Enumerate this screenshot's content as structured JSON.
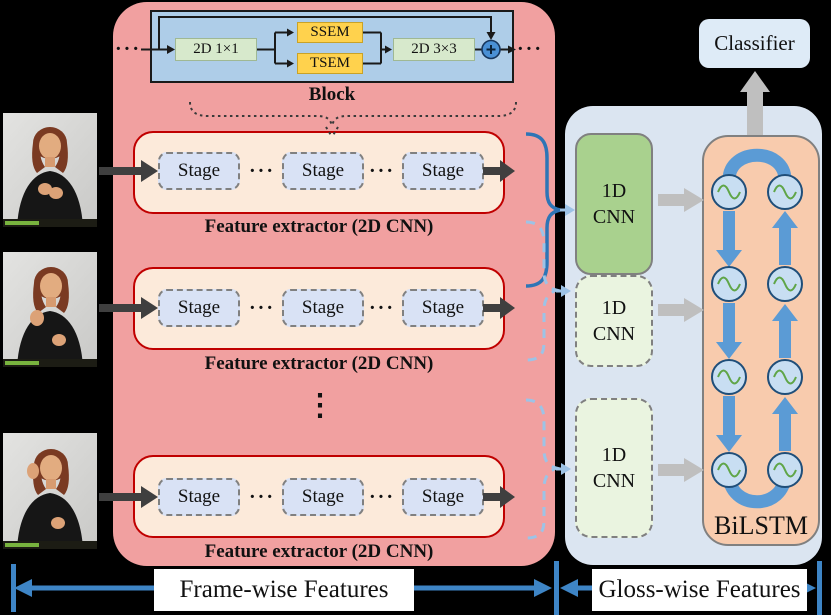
{
  "block": {
    "label": "Block",
    "conv_1x1": "2D 1×1",
    "ssem": "SSEM",
    "tsem": "TSEM",
    "conv_3x3": "2D 3×3",
    "dots_left": "···",
    "dots_right": "···"
  },
  "extractors": [
    {
      "label": "Feature extractor (2D CNN)",
      "stages": [
        "Stage",
        "Stage",
        "Stage"
      ],
      "dots": [
        "···",
        "···"
      ]
    },
    {
      "label": "Feature extractor (2D CNN)",
      "stages": [
        "Stage",
        "Stage",
        "Stage"
      ],
      "dots": [
        "···",
        "···"
      ]
    },
    {
      "label": "Feature extractor (2D CNN)",
      "stages": [
        "Stage",
        "Stage",
        "Stage"
      ],
      "dots": [
        "···",
        "···"
      ]
    }
  ],
  "ellipsis_vertical": "⋮",
  "temporal_convs": [
    {
      "line1": "1D",
      "line2": "CNN"
    },
    {
      "line1": "1D",
      "line2": "CNN"
    },
    {
      "line1": "1D",
      "line2": "CNN"
    }
  ],
  "bilstm_label": "BiLSTM",
  "classifier_label": "Classifier",
  "footer": {
    "frame_wise": "Frame-wise Features",
    "gloss_wise": "Gloss-wise Features"
  },
  "colors": {
    "background": "#000000",
    "frame_panel_pink": "#F1A0A0",
    "extractor_fill": "#FCEADA",
    "extractor_border": "#C00000",
    "stage_fill": "#D9E2F5",
    "block_fill": "#AECDE8",
    "sem_yellow": "#FFD24D",
    "conv_green": "#D7E9CC",
    "add_node_blue": "#4A90D5",
    "gloss_panel_blue": "#DBE5F1",
    "cnn_green": "#A9D18E",
    "cnn_green_light": "#EAF4E0",
    "bilstm_fill": "#F8CBAD",
    "lstm_node_fill": "#C8DEF2",
    "flow_arrow_blue": "#5B9BD5",
    "gray_arrow": "#BFBFBF",
    "dark_arrow": "#3F3F3F",
    "dimension_blue": "#3E85C6",
    "brace_solid": "#2E75B6",
    "brace_dashed": "#9DC3E6"
  }
}
